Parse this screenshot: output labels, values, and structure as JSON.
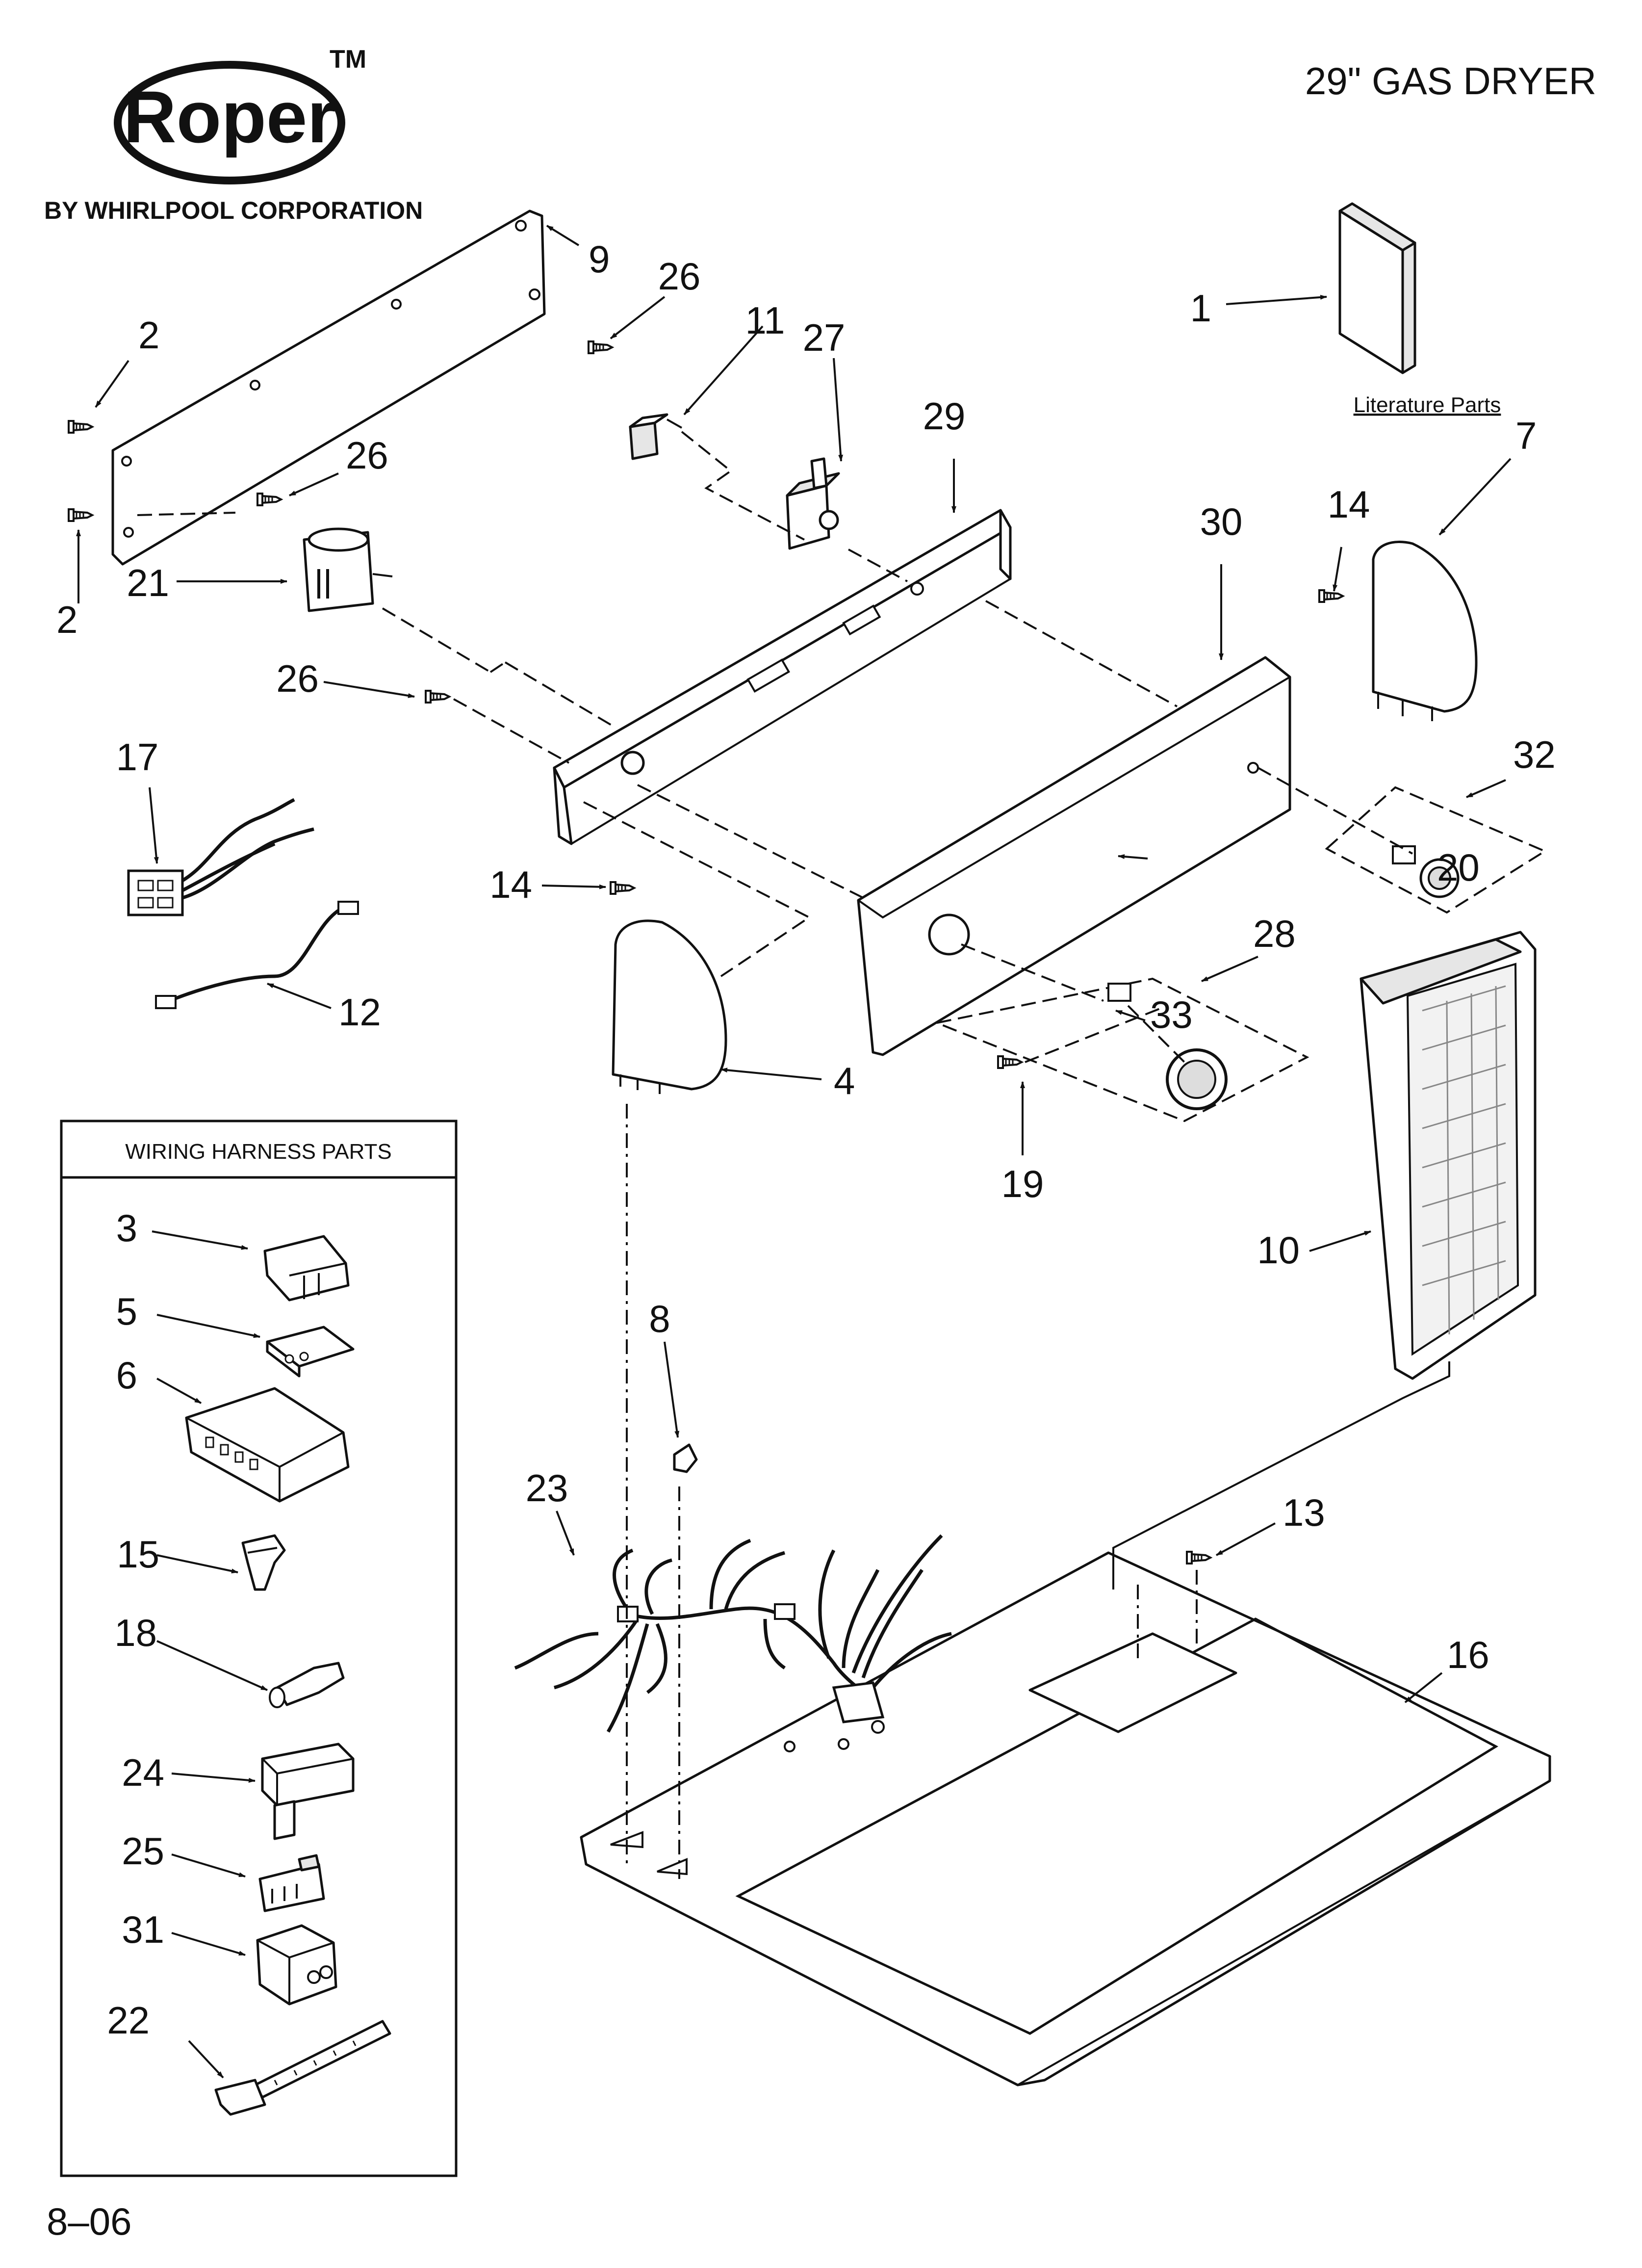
{
  "brand": {
    "logo_text": "Roper",
    "trademark": "TM",
    "company": "BY WHIRLPOOL CORPORATION"
  },
  "header": {
    "model_title": "29\" GAS DRYER"
  },
  "literature_label": "Literature Parts",
  "harness_box": {
    "title": "WIRING HARNESS PARTS"
  },
  "footer": {
    "date_code": "8–06"
  },
  "callouts": {
    "c1": "1",
    "c2a": "2",
    "c2b": "2",
    "c3": "3",
    "c4": "4",
    "c5": "5",
    "c6": "6",
    "c7": "7",
    "c8": "8",
    "c9": "9",
    "c10": "10",
    "c11": "11",
    "c12": "12",
    "c13": "13",
    "c14a": "14",
    "c14b": "14",
    "c15": "15",
    "c16": "16",
    "c17": "17",
    "c18": "18",
    "c19": "19",
    "c20": "20",
    "c21": "21",
    "c22": "22",
    "c23": "23",
    "c24": "24",
    "c25": "25",
    "c26a": "26",
    "c26b": "26",
    "c26c": "26",
    "c27": "27",
    "c28": "28",
    "c29": "29",
    "c30": "30",
    "c31": "31",
    "c32": "32",
    "c33": "33"
  }
}
